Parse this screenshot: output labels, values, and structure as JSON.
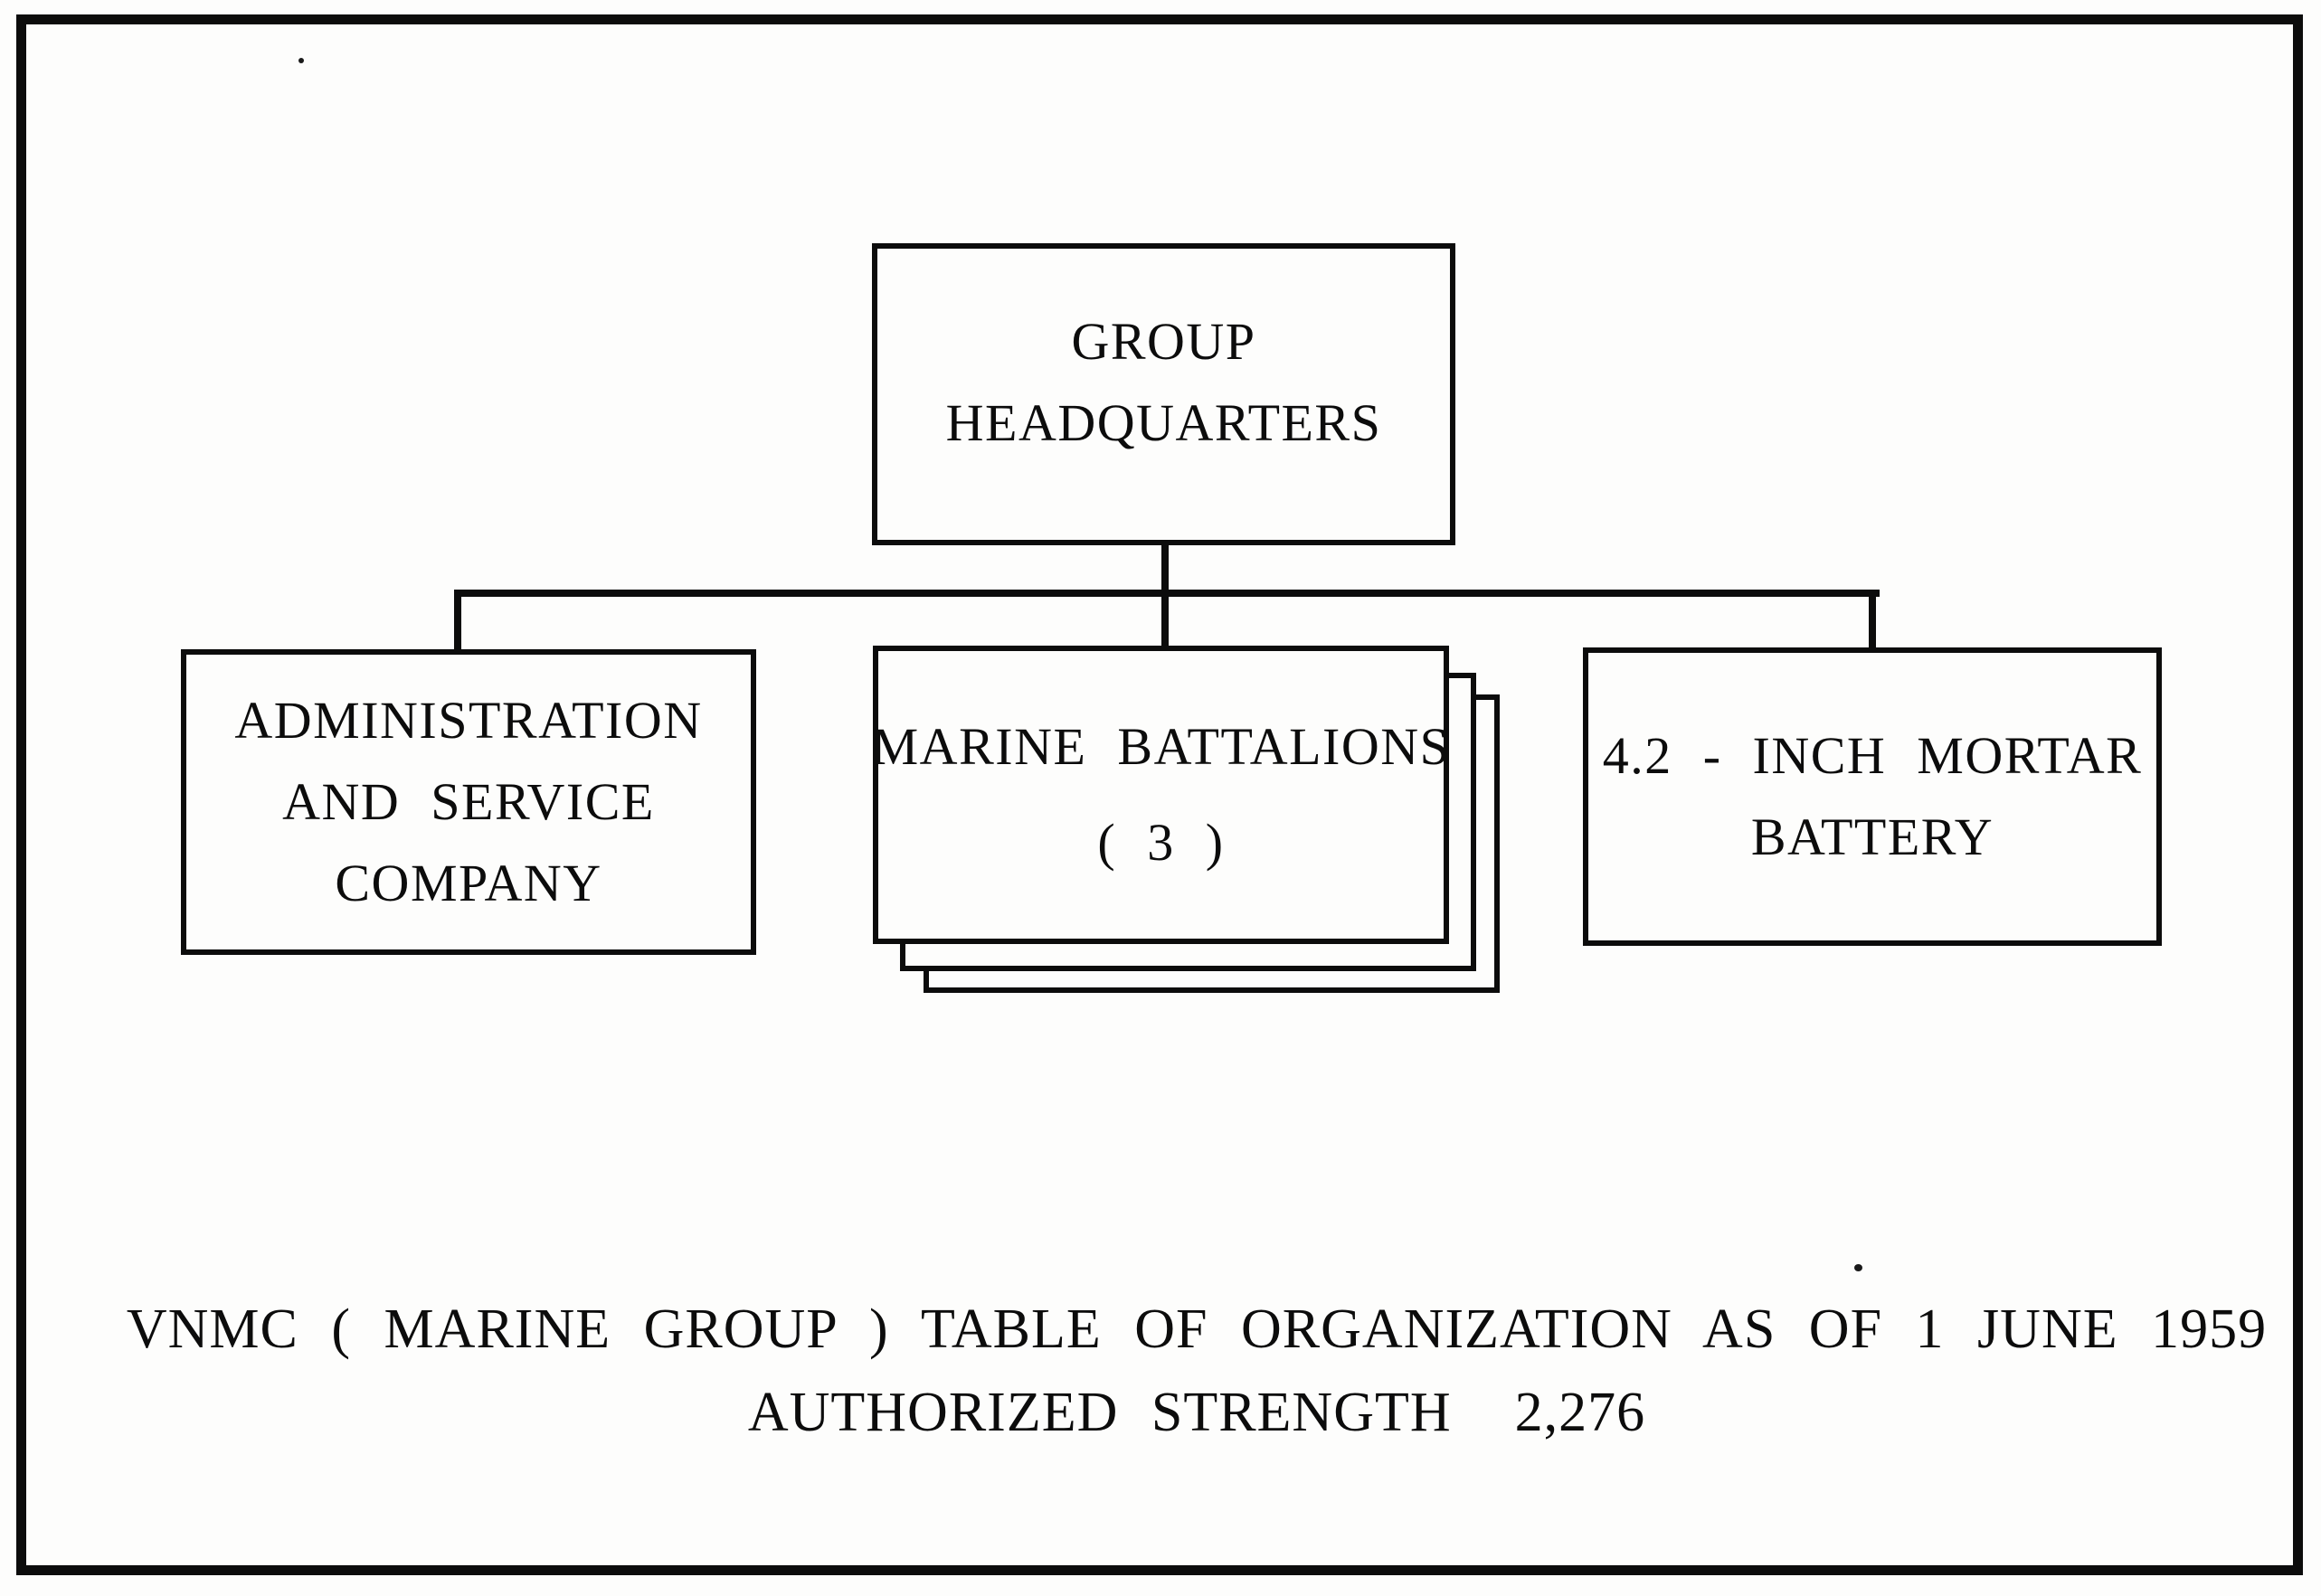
{
  "colors": {
    "ink": "#0c0c0c",
    "paper": "#fdfdfc"
  },
  "org_chart": {
    "group_headquarters": {
      "line1": "GROUP",
      "line2": "HEADQUARTERS"
    },
    "admin_service_company": {
      "line1": "ADMINISTRATION",
      "line2": "AND SERVICE",
      "line3": "COMPANY"
    },
    "marine_battalions": {
      "line1": "MARINE BATTALIONS",
      "count": "( 3 )"
    },
    "mortar_battery": {
      "line1": "4.2 - INCH MORTAR",
      "line2": "BATTERY"
    }
  },
  "caption": {
    "line1": "VNMC ( MARINE GROUP ) TABLE OF ORGANIZATION AS OF 1 JUNE 1959",
    "strength_label": "AUTHORIZED STRENGTH",
    "strength_value": "2,276"
  }
}
